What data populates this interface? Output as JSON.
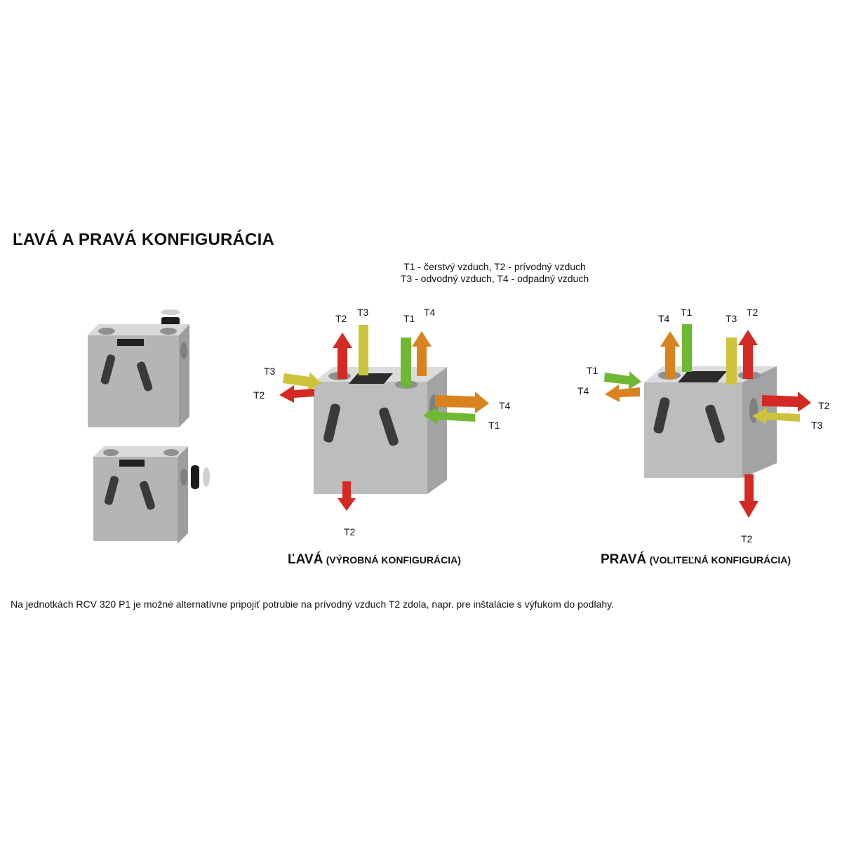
{
  "title": "ĽAVÁ A PRAVÁ KONFIGURÁCIA",
  "legend": {
    "line1": "T1 - čerstvý vzduch, T2 - prívodný vzduch",
    "line2": "T3 - odvodný vzduch, T4 - odpadný vzduch"
  },
  "colors": {
    "T1": "#6fb832",
    "T2": "#d42a23",
    "T3": "#cdc33a",
    "T4": "#d9831f",
    "body": "#b9babc",
    "panel": "#2c2c2c"
  },
  "left_config": {
    "name": "ĽAVÁ",
    "note": "(VÝROBNÁ KONFIGURÁCIA)",
    "labels": {
      "top_t2": "T2",
      "top_t3": "T3",
      "top_t1": "T1",
      "top_t4": "T4",
      "side_t3": "T3",
      "side_t2": "T2",
      "right_t4": "T4",
      "right_t1": "T1",
      "bottom_t2": "T2"
    }
  },
  "right_config": {
    "name": "PRAVÁ",
    "note": "(VOLITEĽNÁ KONFIGURÁCIA)",
    "labels": {
      "top_t4": "T4",
      "top_t1": "T1",
      "top_t3": "T3",
      "top_t2": "T2",
      "side_t1": "T1",
      "side_t4": "T4",
      "right_t2": "T2",
      "right_t3": "T3",
      "bottom_t2": "T2"
    }
  },
  "footnote": "Na jednotkách RCV 320 P1 je možné alternatívne pripojiť potrubie na prívodný vzduch T2 zdola, napr.  pre inštalácie s výfukom do podlahy."
}
